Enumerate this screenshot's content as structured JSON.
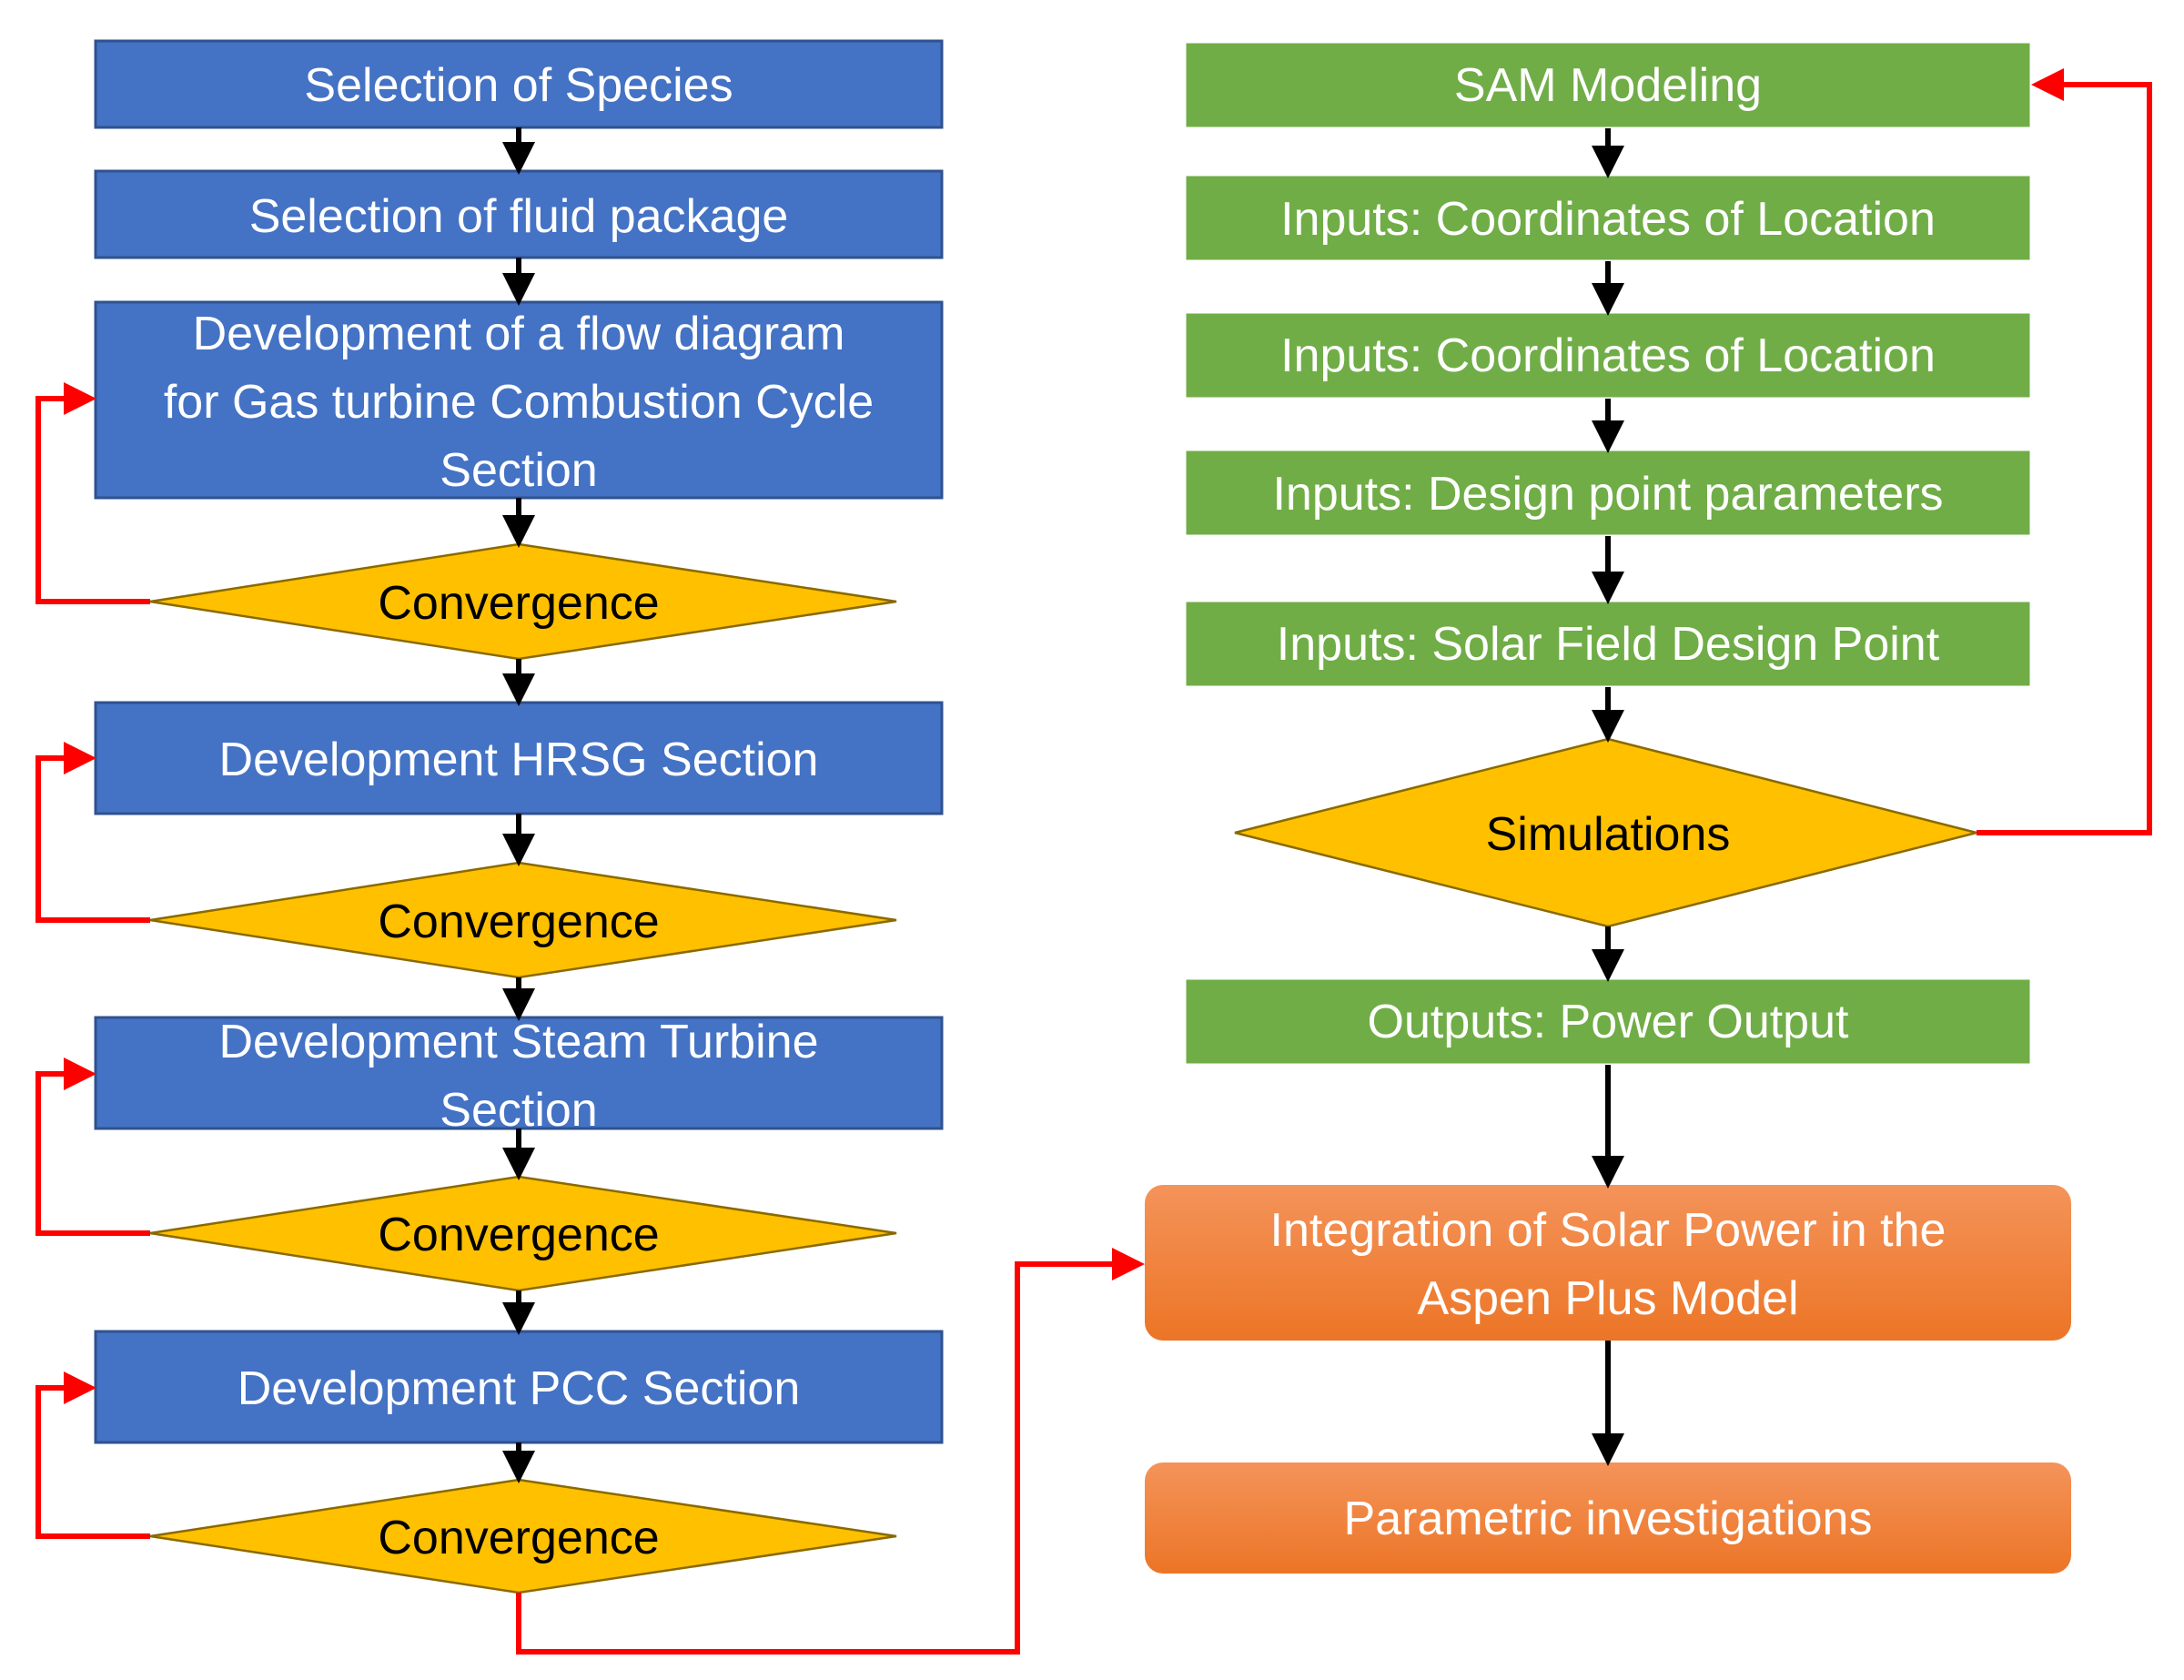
{
  "left_column": {
    "selection_species": "Selection of Species",
    "selection_fluid": "Selection of fluid package",
    "gt_line1": "Development of a flow diagram",
    "gt_line2": "for Gas turbine Combustion Cycle",
    "gt_line3": "Section",
    "convergence_1": "Convergence",
    "hrsg": "Development HRSG Section",
    "convergence_2": "Convergence",
    "st_line1": "Development Steam Turbine",
    "st_line2": "Section",
    "convergence_3": "Convergence",
    "pcc": "Development PCC Section",
    "convergence_4": "Convergence"
  },
  "right_column": {
    "sam_modeling": "SAM Modeling",
    "inputs_coords_1": "Inputs: Coordinates of Location",
    "inputs_coords_2": "Inputs: Coordinates of Location",
    "inputs_design": "Inputs: Design point parameters",
    "inputs_solar": "Inputs: Solar Field Design Point",
    "simulations": "Simulations",
    "outputs_power": "Outputs: Power Output",
    "integration_line1": "Integration of Solar Power in the",
    "integration_line2": "Aspen Plus Model",
    "parametric": "Parametric investigations"
  },
  "colors": {
    "blue_box": "#4472C4",
    "green_box": "#70AD47",
    "diamond": "#FFC000",
    "orange_box": "#ED7D31",
    "feedback_arrow": "#FF0000",
    "flow_arrow": "#000000"
  }
}
